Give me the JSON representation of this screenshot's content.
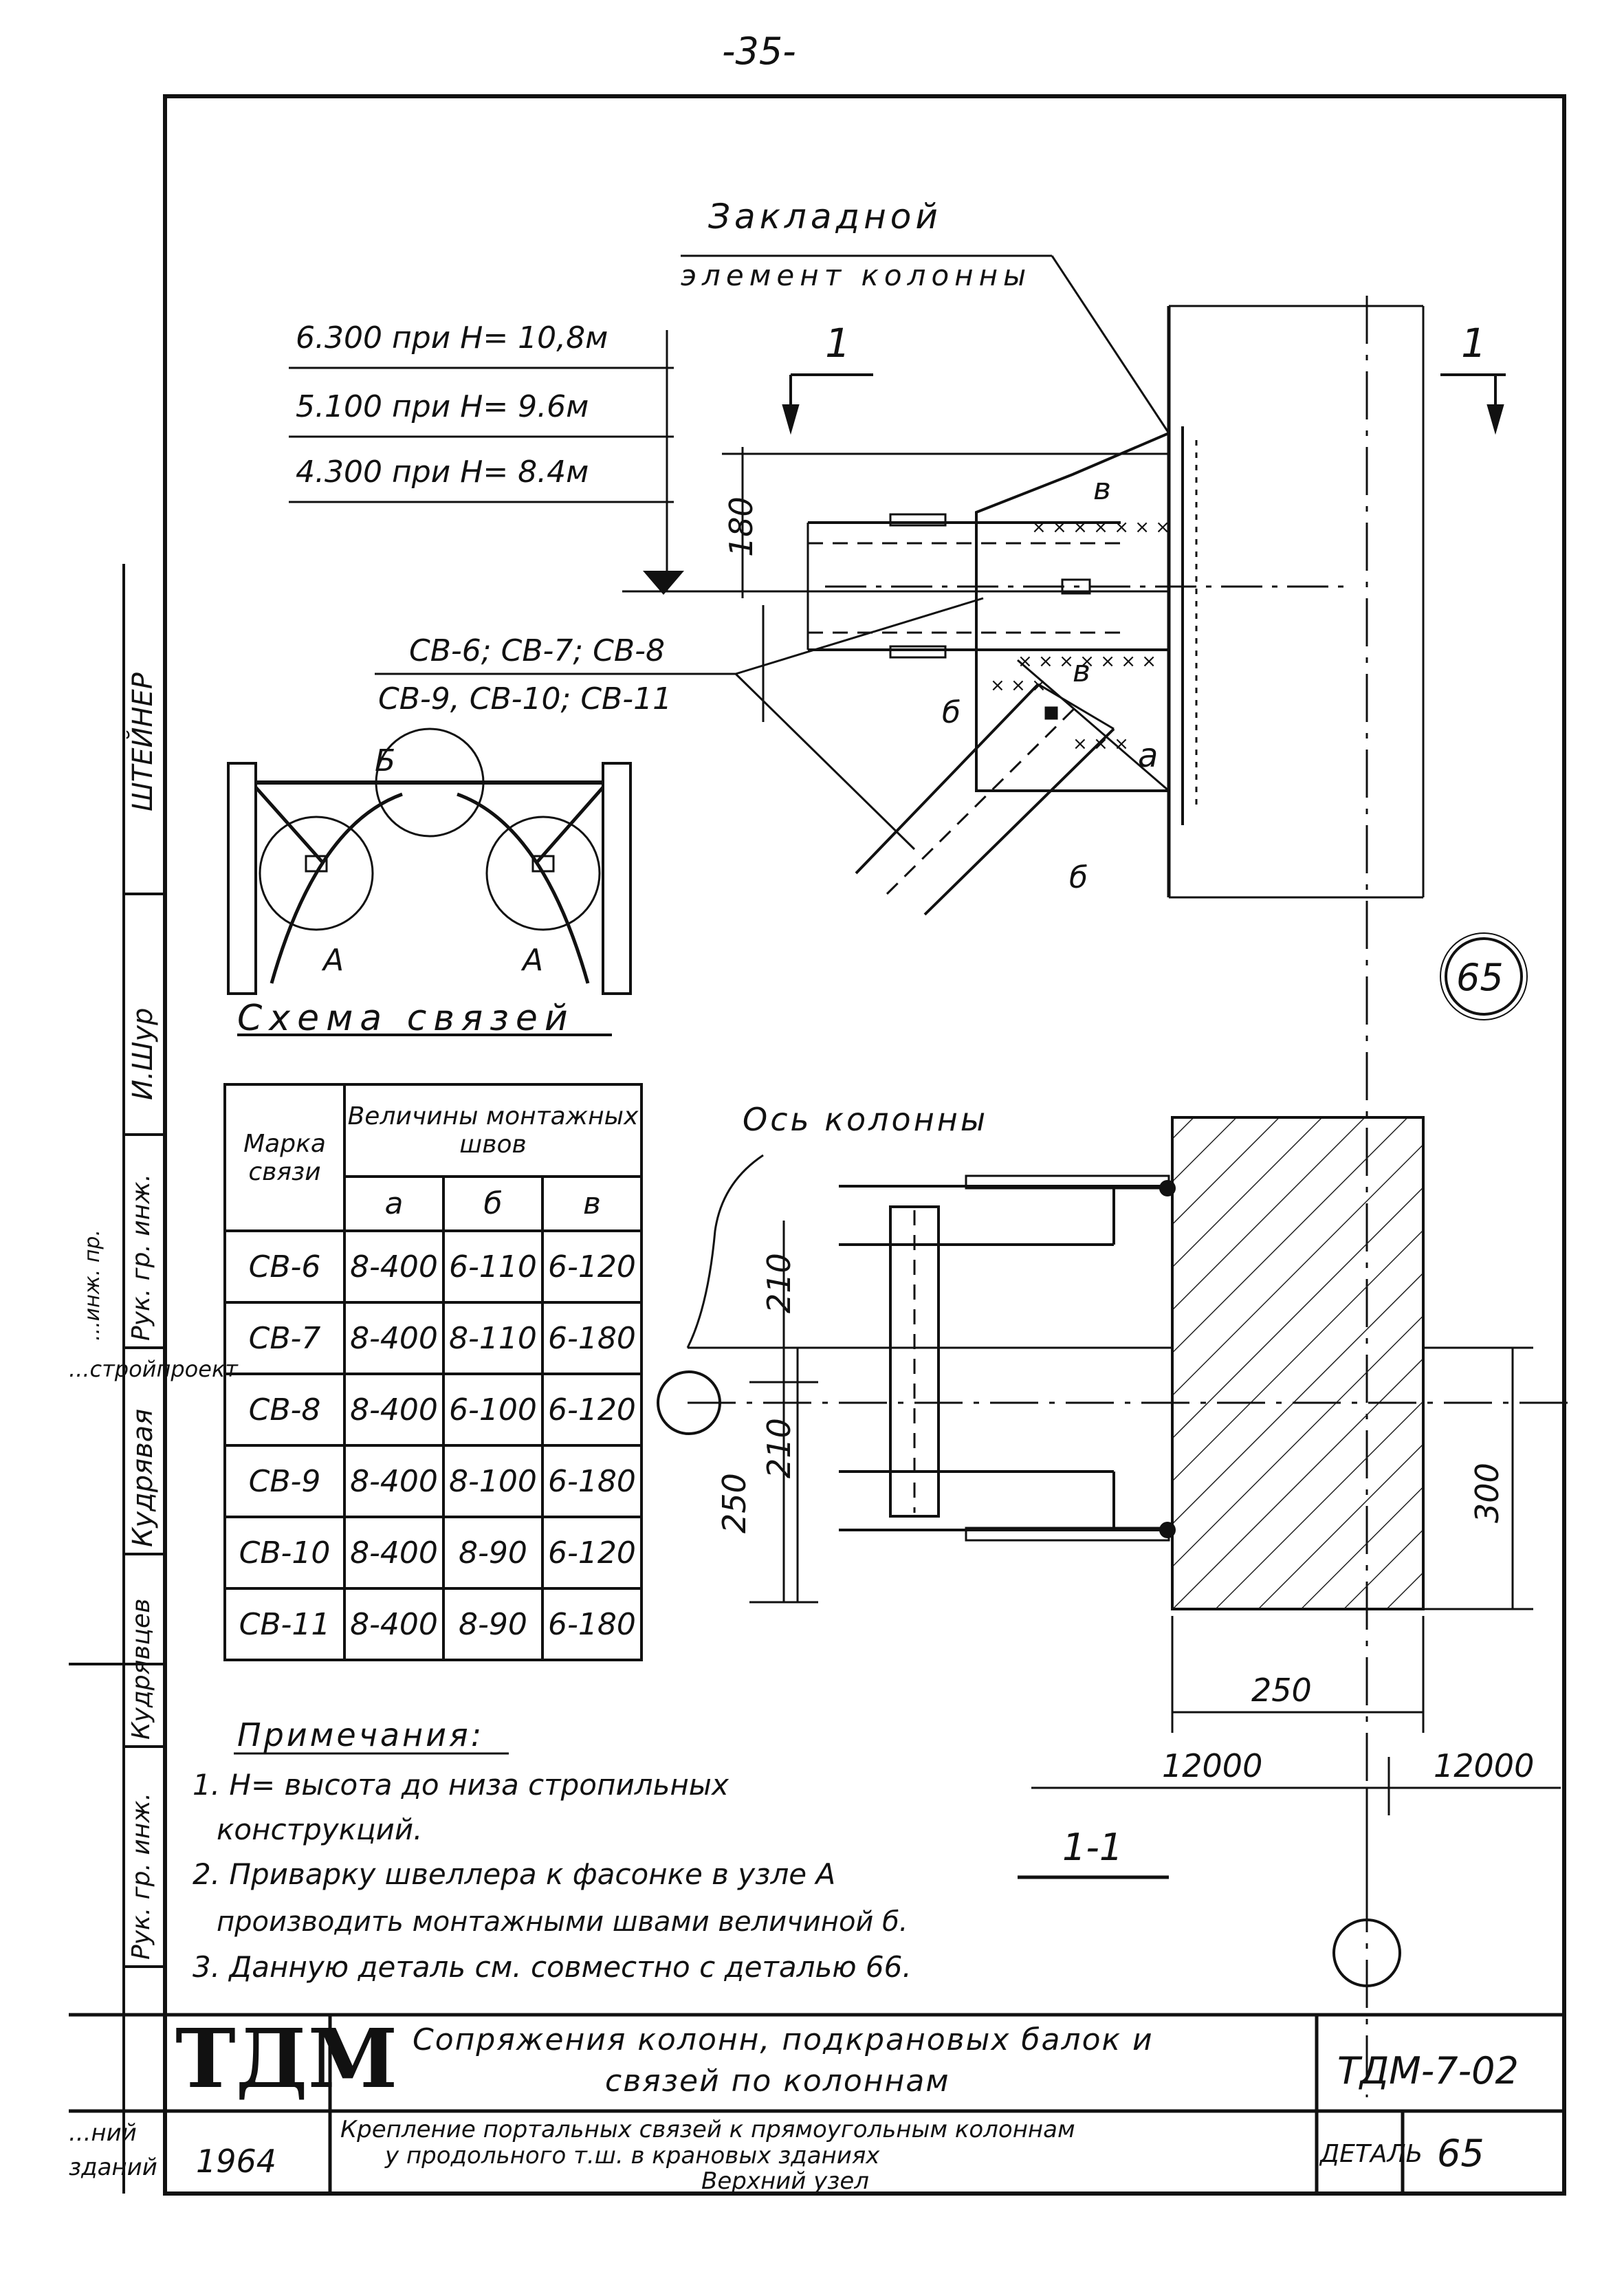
{
  "page_number": "-35-",
  "detail_marker": "65",
  "embedded_element": {
    "line1": "Закладной",
    "line2": "элемент колонны"
  },
  "elevations": [
    "6.300 при H= 10,8м",
    "5.100 при H= 9.6м",
    "4.300 при H= 8.4м"
  ],
  "section_mark": "1",
  "dim_180": "180",
  "brace_marks": {
    "line1": "СВ-6; СВ-7; СВ-8",
    "line2": "СВ-9, СВ-10; СВ-11"
  },
  "weld_letters": {
    "a": "а",
    "b": "б",
    "v": "в"
  },
  "scheme": {
    "title": "Схема связей",
    "label_b": "Б",
    "label_a": "А"
  },
  "table": {
    "col_mark": "Марка связи",
    "col_group": "Величины монтажных швов",
    "sub_headers": [
      "а",
      "б",
      "в"
    ],
    "rows": [
      {
        "mark": "СВ-6",
        "a": "8-400",
        "b": "6-110",
        "v": "6-120"
      },
      {
        "mark": "СВ-7",
        "a": "8-400",
        "b": "8-110",
        "v": "6-180"
      },
      {
        "mark": "СВ-8",
        "a": "8-400",
        "b": "6-100",
        "v": "6-120"
      },
      {
        "mark": "СВ-9",
        "a": "8-400",
        "b": "8-100",
        "v": "6-180"
      },
      {
        "mark": "СВ-10",
        "a": "8-400",
        "b": "8-90",
        "v": "6-120"
      },
      {
        "mark": "СВ-11",
        "a": "8-400",
        "b": "8-90",
        "v": "6-180"
      }
    ]
  },
  "column_axis": "Ось колонны",
  "dims": {
    "d210a": "210",
    "d210b": "210",
    "d250v": "250",
    "d300": "300",
    "d250h": "250",
    "d12000a": "12000",
    "d12000b": "12000"
  },
  "section_label": "1-1",
  "notes": {
    "title": "Примечания:",
    "n1a": "1. H= высота до низа стропильных",
    "n1b": "конструкций.",
    "n2a": "2. Приварку швеллера к фасонке в узле А",
    "n2b": "производить монтажными швами величиной б.",
    "n3": "3. Данную деталь см. совместно с деталью 66."
  },
  "side_stamp": {
    "c1": "ШТЕЙНЕР",
    "c2": "И.Шур",
    "c3": "Рук. гр. инж.",
    "c4": "...стройпроект",
    "c5": "Кудрявая",
    "c6": "Кудрявцев",
    "c7": "Рук. гр. инж.",
    "c8": "...инж. пр.",
    "c9": "...ний",
    "c10": "зданий"
  },
  "title_block": {
    "logo": "ТДМ",
    "year": "1964",
    "title1": "Сопряжения колонн, подкрановых балок и",
    "title2": "связей по колоннам",
    "sub1": "Крепление портальных связей к прямоугольным колоннам",
    "sub2": "у продольного т.ш. в крановых зданиях",
    "sub3": "Верхний узел",
    "code": "ТДМ-7-02",
    "detail_label": "ДЕТАЛЬ",
    "detail_no": "65"
  }
}
